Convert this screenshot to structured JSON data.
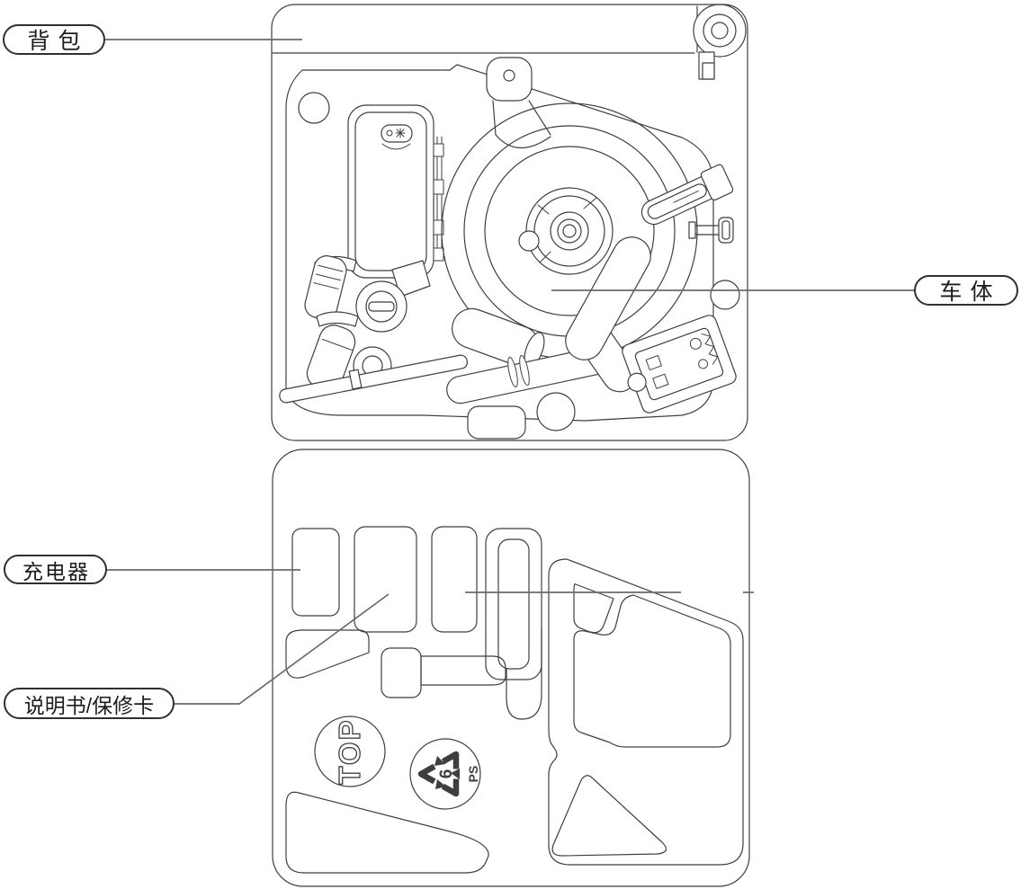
{
  "page": {
    "background": "#ffffff"
  },
  "colors": {
    "line": "#3f3f3f",
    "leader": "#6a6a6a",
    "label_border": "#2f2f2f",
    "label_text": "#1c1c1c"
  },
  "callouts": {
    "backpack": {
      "label": "背包"
    },
    "vehicle_body": {
      "label": "车体"
    },
    "charger": {
      "label": "充电器"
    },
    "manual_warranty_card": {
      "label": "说明书/保修卡"
    }
  },
  "tray_markings": {
    "top": "TOP",
    "resin_code": "6",
    "resin_material": "PS"
  }
}
